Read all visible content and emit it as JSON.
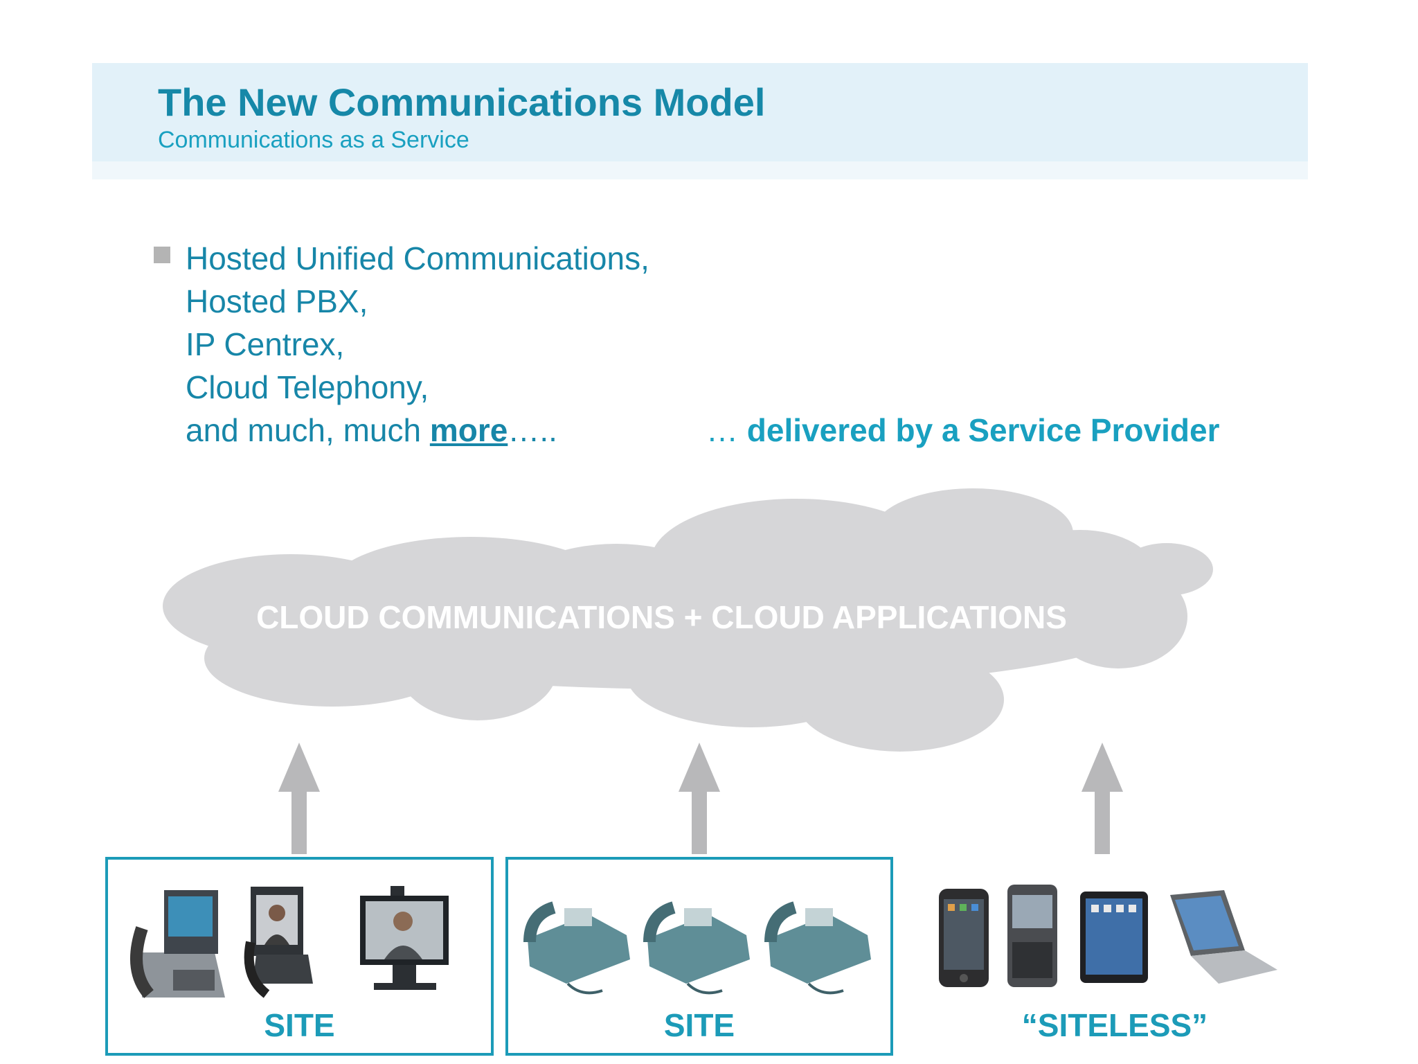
{
  "header": {
    "title": "The New Communications Model",
    "subtitle": "Communications as a Service"
  },
  "bullets": {
    "lines": [
      "Hosted Unified Communications,",
      "Hosted PBX,",
      "IP Centrex,",
      "Cloud Telephony,"
    ],
    "last_line_prefix": "and much, much ",
    "last_line_link": "more",
    "last_line_suffix": "…..",
    "tagline_prefix": "… ",
    "tagline_strong": "delivered by a Service Provider"
  },
  "cloud": {
    "label": "CLOUD COMMUNICATIONS + CLOUD APPLICATIONS",
    "color": "#d6d6d8"
  },
  "arrows": {
    "color": "#b8b8ba"
  },
  "groups": [
    {
      "label": "SITE",
      "devices": [
        "video-desk-phone-icon",
        "video-phone-icon",
        "video-conference-screen-icon"
      ]
    },
    {
      "label": "SITE",
      "devices": [
        "desk-phone-icon",
        "desk-phone-icon",
        "desk-phone-icon"
      ]
    },
    {
      "label": "“SITELESS”",
      "devices": [
        "smartphone-icon",
        "blackberry-icon",
        "tablet-icon",
        "laptop-icon"
      ]
    }
  ],
  "colors": {
    "title": "#1688a8",
    "accent": "#19a0c0",
    "box_border": "#1c9bb8",
    "header_band": "#e2f1f9"
  }
}
